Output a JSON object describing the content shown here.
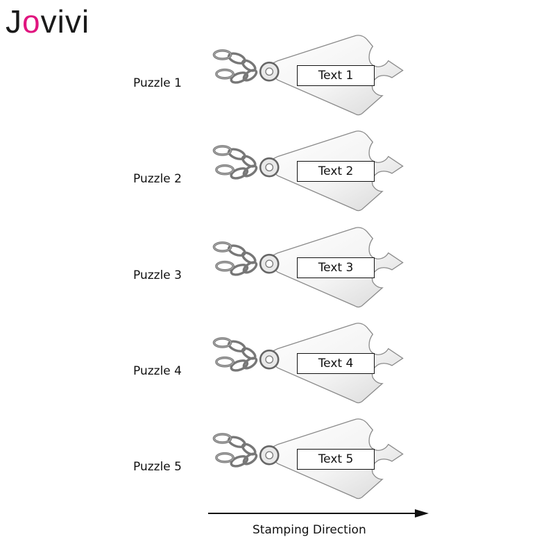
{
  "brand": {
    "logo_prefix": "J",
    "logo_accent": "o",
    "logo_suffix": "vivi",
    "accent_color": "#e0157f"
  },
  "puzzles": [
    {
      "label": "Puzzle 1",
      "text": "Text 1"
    },
    {
      "label": "Puzzle 2",
      "text": "Text 2"
    },
    {
      "label": "Puzzle 3",
      "text": "Text 3"
    },
    {
      "label": "Puzzle 4",
      "text": "Text 4"
    },
    {
      "label": "Puzzle 5",
      "text": "Text 5"
    }
  ],
  "direction_label": "Stamping Direction"
}
